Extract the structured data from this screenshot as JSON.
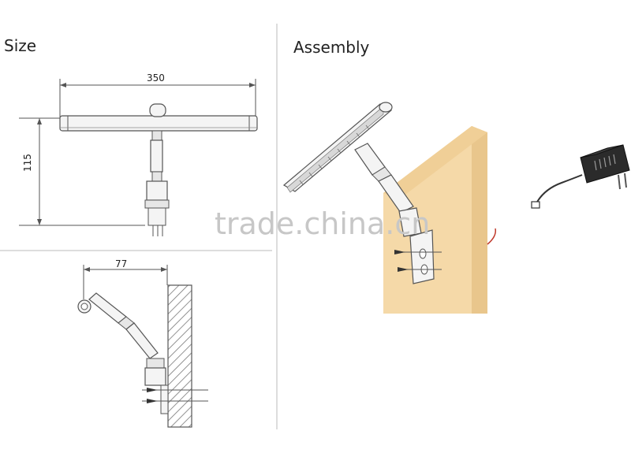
{
  "sections": {
    "size_heading": "Size",
    "assembly_heading": "Assembly"
  },
  "dimensions": {
    "width": "350",
    "height": "115",
    "depth": "77"
  },
  "watermark": "trade.china.cn",
  "colors": {
    "line": "#555555",
    "fixture_fill": "#f4f4f4",
    "wood_panel": "#f5d9a8",
    "wood_edge": "#e9c68c",
    "divider": "#bbbbbb"
  }
}
